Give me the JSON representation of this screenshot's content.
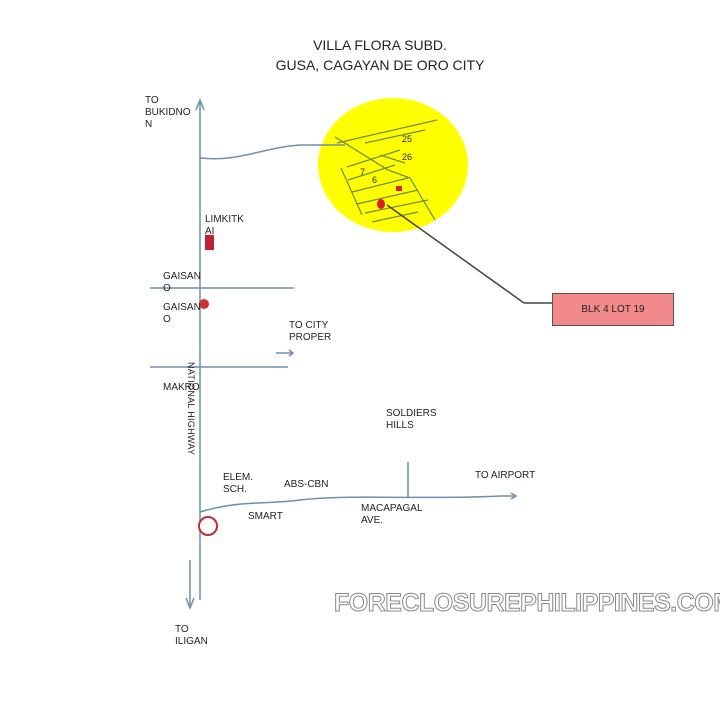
{
  "title": {
    "line1": "VILLA FLORA SUBD.",
    "line2": "GUSA, CAGAYAN DE ORO CITY"
  },
  "callout": "BLK 4 LOT 19",
  "labels": {
    "bukidnon": "TO BUKIDNON",
    "bukidnon_l1": "TO",
    "bukidnon_l2": "BUKIDNO",
    "bukidnon_l3": "N",
    "limkitkai_l1": "LIMKITK",
    "limkitkai_l2": "AI",
    "gaisano1_l1": "GAISAN",
    "gaisano1_l2": "O",
    "gaisano2_l1": "GAISAN",
    "gaisano2_l2": "O",
    "city_l1": "TO CITY",
    "city_l2": "PROPER",
    "makro": "MAKRO",
    "highway": "NATIONAL HIGHWAY",
    "elem_l1": "ELEM.",
    "elem_l2": "SCH.",
    "abscbn": "ABS-CBN",
    "smart": "SMART",
    "soldiers_l1": "SOLDIERS",
    "soldiers_l2": "HILLS",
    "macapagal_l1": "MACAPAGAL",
    "macapagal_l2": "AVE.",
    "airport": "TO AIRPORT",
    "iligan_l1": "TO",
    "iligan_l2": "ILIGAN",
    "blk25": "25",
    "blk26": "26",
    "blk7": "7",
    "blk6": "6"
  },
  "watermark": "FORECLOSUREPHILIPPINES.COM",
  "colors": {
    "highlight": "#ffff00",
    "road": "#6c8fae",
    "callout": "#f28a8c"
  }
}
